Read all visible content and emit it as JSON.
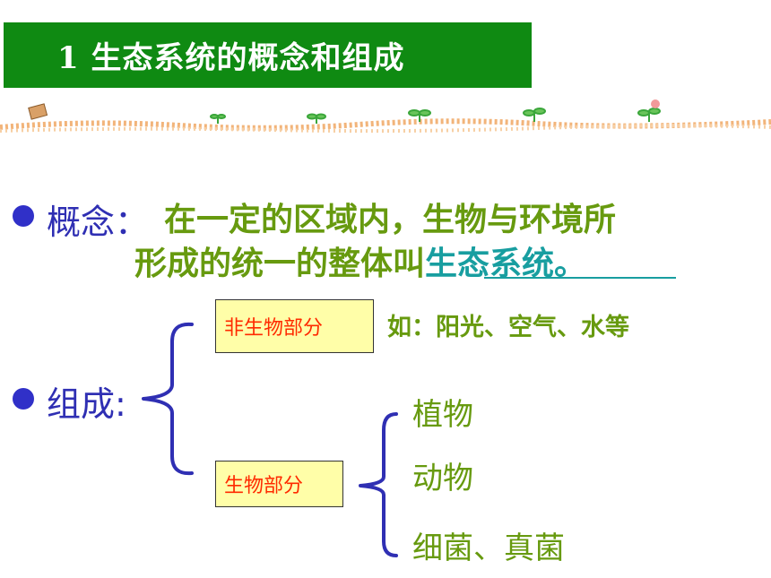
{
  "slide": {
    "title": "1  生态系统的概念和组成"
  },
  "concept": {
    "label": "概念：",
    "line1": "在一定的区域内，生物与环境所",
    "line2_prefix": "形成的统一的整体叫",
    "line2_term": "生态系统。"
  },
  "composition": {
    "label": "组成:",
    "abiotic": {
      "label": "非生物部分",
      "example": "如：阳光、空气、水等"
    },
    "biotic": {
      "label": "生物部分",
      "items": [
        "植物",
        "动物",
        "细菌、真菌"
      ]
    }
  },
  "colors": {
    "title_bg": "#0f8a12",
    "concept_text": "#679a0f",
    "term_highlight": "#189ea0",
    "label_blue": "#2f2fb3",
    "box_bg": "#fffea8",
    "box_text": "#ff2a00",
    "bracket": "#2f2fb3"
  }
}
